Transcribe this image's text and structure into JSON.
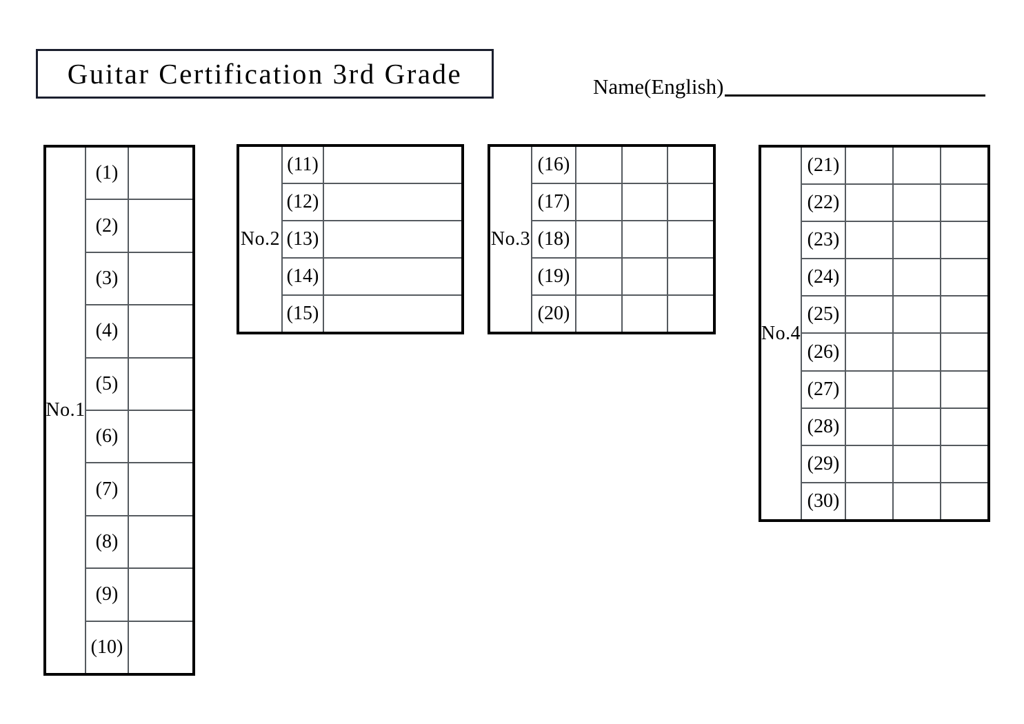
{
  "header": {
    "title": "Guitar Certification 3rd Grade",
    "name_label": "Name(English)",
    "name_value": ""
  },
  "colors": {
    "ink": "#000000",
    "title_border": "#1b1f2e",
    "grid_line": "#555a5f",
    "paper": "#ffffff"
  },
  "tables": [
    {
      "label": "No.1",
      "answer_columns": 1,
      "rows": [
        {
          "number": "(1)",
          "answers": [
            ""
          ]
        },
        {
          "number": "(2)",
          "answers": [
            ""
          ]
        },
        {
          "number": "(3)",
          "answers": [
            ""
          ]
        },
        {
          "number": "(4)",
          "answers": [
            ""
          ]
        },
        {
          "number": "(5)",
          "answers": [
            ""
          ]
        },
        {
          "number": "(6)",
          "answers": [
            ""
          ]
        },
        {
          "number": "(7)",
          "answers": [
            ""
          ]
        },
        {
          "number": "(8)",
          "answers": [
            ""
          ]
        },
        {
          "number": "(9)",
          "answers": [
            ""
          ]
        },
        {
          "number": "(10)",
          "answers": [
            ""
          ]
        }
      ]
    },
    {
      "label": "No.2",
      "answer_columns": 1,
      "rows": [
        {
          "number": "(11)",
          "answers": [
            ""
          ]
        },
        {
          "number": "(12)",
          "answers": [
            ""
          ]
        },
        {
          "number": "(13)",
          "answers": [
            ""
          ]
        },
        {
          "number": "(14)",
          "answers": [
            ""
          ]
        },
        {
          "number": "(15)",
          "answers": [
            ""
          ]
        }
      ]
    },
    {
      "label": "No.3",
      "answer_columns": 3,
      "rows": [
        {
          "number": "(16)",
          "answers": [
            "",
            "",
            ""
          ]
        },
        {
          "number": "(17)",
          "answers": [
            "",
            "",
            ""
          ]
        },
        {
          "number": "(18)",
          "answers": [
            "",
            "",
            ""
          ]
        },
        {
          "number": "(19)",
          "answers": [
            "",
            "",
            ""
          ]
        },
        {
          "number": "(20)",
          "answers": [
            "",
            "",
            ""
          ]
        }
      ]
    },
    {
      "label": "No.4",
      "answer_columns": 3,
      "rows": [
        {
          "number": "(21)",
          "answers": [
            "",
            "",
            ""
          ]
        },
        {
          "number": "(22)",
          "answers": [
            "",
            "",
            ""
          ]
        },
        {
          "number": "(23)",
          "answers": [
            "",
            "",
            ""
          ]
        },
        {
          "number": "(24)",
          "answers": [
            "",
            "",
            ""
          ]
        },
        {
          "number": "(25)",
          "answers": [
            "",
            "",
            ""
          ]
        },
        {
          "number": "(26)",
          "answers": [
            "",
            "",
            ""
          ]
        },
        {
          "number": "(27)",
          "answers": [
            "",
            "",
            ""
          ]
        },
        {
          "number": "(28)",
          "answers": [
            "",
            "",
            ""
          ]
        },
        {
          "number": "(29)",
          "answers": [
            "",
            "",
            ""
          ]
        },
        {
          "number": "(30)",
          "answers": [
            "",
            "",
            ""
          ]
        }
      ]
    }
  ]
}
